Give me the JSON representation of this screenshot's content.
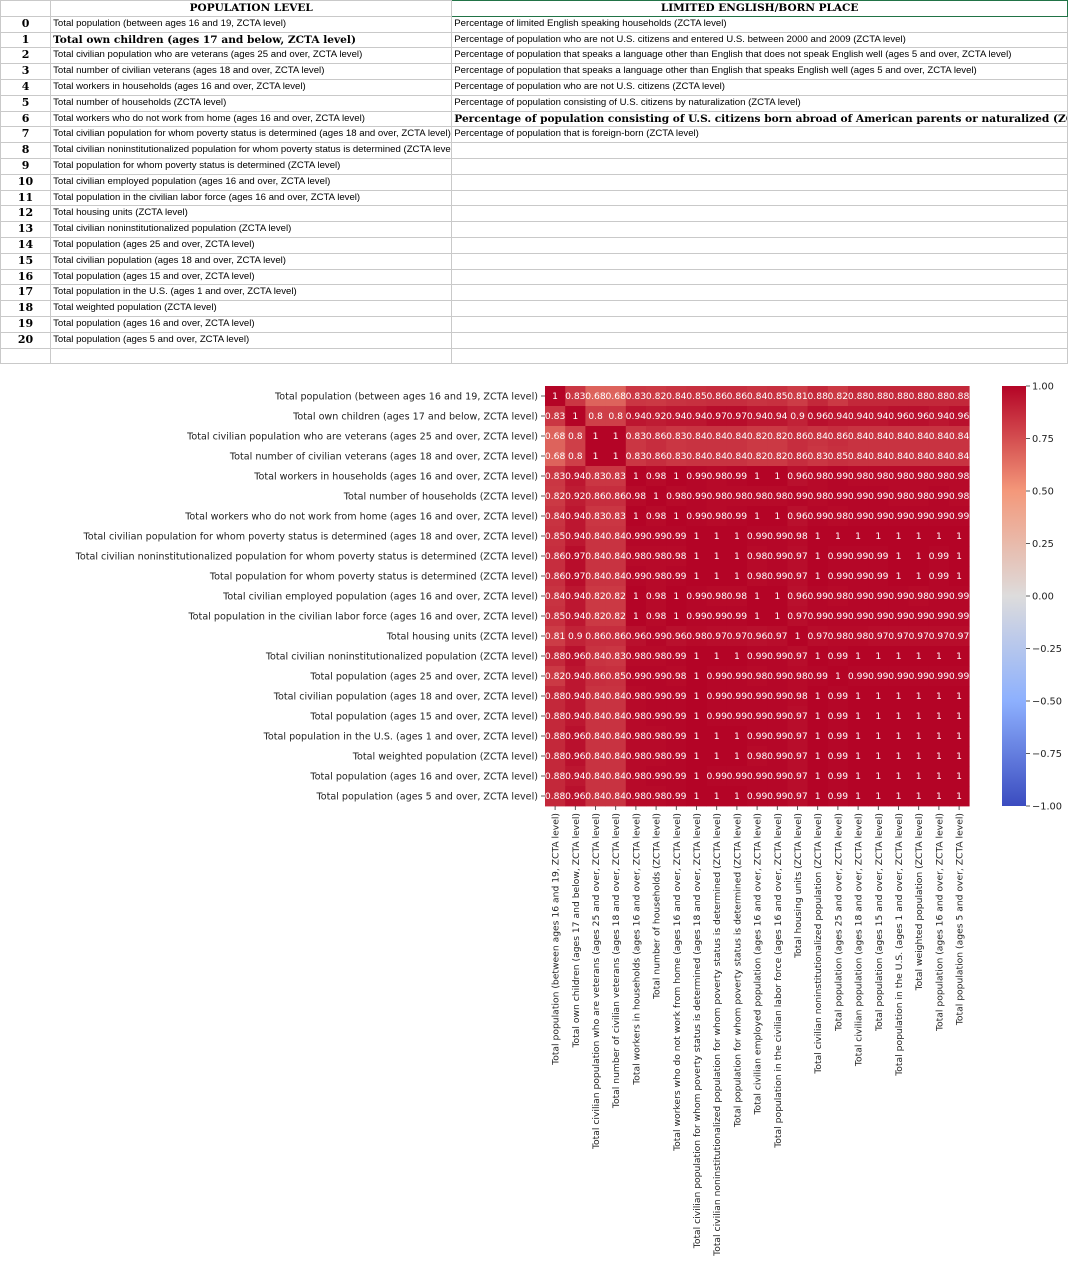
{
  "sheet": {
    "headers": [
      "",
      "POPULATION LEVEL",
      "LIMITED ENGLISH/BORN PLACE"
    ],
    "rows": [
      {
        "idx": "0",
        "pop": "Total population (between ages 16 and 19, ZCTA level)",
        "lim": "Percentage of limited English speaking households (ZCTA level)"
      },
      {
        "idx": "1",
        "pop": "Total own children (ages 17 and below, ZCTA level)",
        "lim": "Percentage of population who are not U.S. citizens and entered U.S. between 2000 and 2009 (ZCTA level)",
        "pop_bold": true
      },
      {
        "idx": "2",
        "pop": "Total civilian population who are veterans (ages 25 and over, ZCTA level)",
        "lim": "Percentage of population that speaks a language other than English that does not speak English well (ages 5 and over, ZCTA level)"
      },
      {
        "idx": "3",
        "pop": "Total number of civilian veterans (ages 18 and over, ZCTA level)",
        "lim": "Percentage of population that speaks a language other than English that speaks English well (ages 5 and over, ZCTA level)"
      },
      {
        "idx": "4",
        "pop": "Total workers in households (ages 16 and over, ZCTA level)",
        "lim": "Percentage of population who are not U.S. citizens (ZCTA level)"
      },
      {
        "idx": "5",
        "pop": "Total number of households (ZCTA level)",
        "lim": "Percentage of population consisting of U.S. citizens by naturalization (ZCTA level)"
      },
      {
        "idx": "6",
        "pop": "Total workers who do not work from home (ages 16 and over, ZCTA level)",
        "lim": "Percentage of population consisting of U.S. citizens born abroad of American parents or naturalized (ZCTA level)",
        "lim_bold": true
      },
      {
        "idx": "7",
        "pop": "Total civilian population for whom poverty status is determined (ages 18 and over, ZCTA level)",
        "lim": "Percentage of population that is foreign-born (ZCTA level)"
      },
      {
        "idx": "8",
        "pop": "Total civilian noninstitutionalized population for whom poverty status is determined (ZCTA level)",
        "lim": ""
      },
      {
        "idx": "9",
        "pop": "Total population for whom poverty status is determined (ZCTA level)",
        "lim": ""
      },
      {
        "idx": "10",
        "pop": "Total civilian employed population (ages 16 and over, ZCTA level)",
        "lim": ""
      },
      {
        "idx": "11",
        "pop": "Total population in the civilian labor force (ages 16 and over, ZCTA level)",
        "lim": ""
      },
      {
        "idx": "12",
        "pop": "Total housing units (ZCTA level)",
        "lim": ""
      },
      {
        "idx": "13",
        "pop": "Total civilian noninstitutionalized population (ZCTA level)",
        "lim": ""
      },
      {
        "idx": "14",
        "pop": "Total population (ages 25 and over, ZCTA level)",
        "lim": ""
      },
      {
        "idx": "15",
        "pop": "Total civilian population (ages 18 and over, ZCTA level)",
        "lim": ""
      },
      {
        "idx": "16",
        "pop": "Total population (ages 15 and over, ZCTA level)",
        "lim": ""
      },
      {
        "idx": "17",
        "pop": "Total population in the U.S. (ages 1 and over, ZCTA level)",
        "lim": ""
      },
      {
        "idx": "18",
        "pop": "Total weighted population (ZCTA level)",
        "lim": ""
      },
      {
        "idx": "19",
        "pop": "Total population (ages 16 and over, ZCTA level)",
        "lim": ""
      },
      {
        "idx": "20",
        "pop": "Total population (ages 5 and over, ZCTA level)",
        "lim": ""
      }
    ]
  },
  "chart_data": {
    "type": "heatmap",
    "title": "",
    "colormap": "coolwarm",
    "vmin": -1.0,
    "vmax": 1.0,
    "colorbar_ticks": [
      "1.00",
      "0.75",
      "0.50",
      "0.25",
      "0.00",
      "−0.25",
      "−0.50",
      "−0.75",
      "−1.00"
    ],
    "labels": [
      "Total population (between ages 16 and 19, ZCTA level)",
      "Total own children (ages 17 and below, ZCTA level)",
      "Total civilian population who are veterans (ages 25 and over, ZCTA level)",
      "Total number of civilian veterans (ages 18 and over, ZCTA level)",
      "Total workers in households (ages 16 and over, ZCTA level)",
      "Total number of households (ZCTA level)",
      "Total workers who do not work from home (ages 16 and over, ZCTA level)",
      "Total civilian population for whom poverty status is determined (ages 18 and over, ZCTA level)",
      "Total civilian noninstitutionalized population for whom poverty status is determined (ZCTA level)",
      "Total population for whom poverty status is determined (ZCTA level)",
      "Total civilian employed population (ages 16 and over, ZCTA level)",
      "Total population in the civilian labor force (ages 16 and over, ZCTA level)",
      "Total housing units (ZCTA level)",
      "Total civilian noninstitutionalized population (ZCTA level)",
      "Total population (ages 25 and over, ZCTA level)",
      "Total civilian population (ages 18 and over, ZCTA level)",
      "Total population (ages 15 and over, ZCTA level)",
      "Total population in the U.S. (ages 1 and over, ZCTA level)",
      "Total weighted population (ZCTA level)",
      "Total population (ages 16 and over, ZCTA level)",
      "Total population (ages 5 and over, ZCTA level)"
    ],
    "matrix": [
      [
        "1",
        "0.83",
        "0.68",
        "0.68",
        "0.83",
        "0.82",
        "0.84",
        "0.85",
        "0.86",
        "0.86",
        "0.84",
        "0.85",
        "0.81",
        "0.88",
        "0.82",
        "0.88",
        "0.88",
        "0.88",
        "0.88",
        "0.88",
        "0.88"
      ],
      [
        "0.83",
        "1",
        "0.8",
        "0.8",
        "0.94",
        "0.92",
        "0.94",
        "0.94",
        "0.97",
        "0.97",
        "0.94",
        "0.94",
        "0.9",
        "0.96",
        "0.94",
        "0.94",
        "0.94",
        "0.96",
        "0.96",
        "0.94",
        "0.96"
      ],
      [
        "0.68",
        "0.8",
        "1",
        "1",
        "0.83",
        "0.86",
        "0.83",
        "0.84",
        "0.84",
        "0.84",
        "0.82",
        "0.82",
        "0.86",
        "0.84",
        "0.86",
        "0.84",
        "0.84",
        "0.84",
        "0.84",
        "0.84",
        "0.84"
      ],
      [
        "0.68",
        "0.8",
        "1",
        "1",
        "0.83",
        "0.86",
        "0.83",
        "0.84",
        "0.84",
        "0.84",
        "0.82",
        "0.82",
        "0.86",
        "0.83",
        "0.85",
        "0.84",
        "0.84",
        "0.84",
        "0.84",
        "0.84",
        "0.84"
      ],
      [
        "0.83",
        "0.94",
        "0.83",
        "0.83",
        "1",
        "0.98",
        "1",
        "0.99",
        "0.98",
        "0.99",
        "1",
        "1",
        "0.96",
        "0.98",
        "0.99",
        "0.98",
        "0.98",
        "0.98",
        "0.98",
        "0.98",
        "0.98"
      ],
      [
        "0.82",
        "0.92",
        "0.86",
        "0.86",
        "0.98",
        "1",
        "0.98",
        "0.99",
        "0.98",
        "0.98",
        "0.98",
        "0.98",
        "0.99",
        "0.98",
        "0.99",
        "0.99",
        "0.99",
        "0.98",
        "0.98",
        "0.99",
        "0.98"
      ],
      [
        "0.84",
        "0.94",
        "0.83",
        "0.83",
        "1",
        "0.98",
        "1",
        "0.99",
        "0.98",
        "0.99",
        "1",
        "1",
        "0.96",
        "0.99",
        "0.98",
        "0.99",
        "0.99",
        "0.99",
        "0.99",
        "0.99",
        "0.99"
      ],
      [
        "0.85",
        "0.94",
        "0.84",
        "0.84",
        "0.99",
        "0.99",
        "0.99",
        "1",
        "1",
        "1",
        "0.99",
        "0.99",
        "0.98",
        "1",
        "1",
        "1",
        "1",
        "1",
        "1",
        "1",
        "1"
      ],
      [
        "0.86",
        "0.97",
        "0.84",
        "0.84",
        "0.98",
        "0.98",
        "0.98",
        "1",
        "1",
        "1",
        "0.98",
        "0.99",
        "0.97",
        "1",
        "0.99",
        "0.99",
        "0.99",
        "1",
        "1",
        "0.99",
        "1"
      ],
      [
        "0.86",
        "0.97",
        "0.84",
        "0.84",
        "0.99",
        "0.98",
        "0.99",
        "1",
        "1",
        "1",
        "0.98",
        "0.99",
        "0.97",
        "1",
        "0.99",
        "0.99",
        "0.99",
        "1",
        "1",
        "0.99",
        "1"
      ],
      [
        "0.84",
        "0.94",
        "0.82",
        "0.82",
        "1",
        "0.98",
        "1",
        "0.99",
        "0.98",
        "0.98",
        "1",
        "1",
        "0.96",
        "0.99",
        "0.98",
        "0.99",
        "0.99",
        "0.99",
        "0.98",
        "0.99",
        "0.99"
      ],
      [
        "0.85",
        "0.94",
        "0.82",
        "0.82",
        "1",
        "0.98",
        "1",
        "0.99",
        "0.99",
        "0.99",
        "1",
        "1",
        "0.97",
        "0.99",
        "0.99",
        "0.99",
        "0.99",
        "0.99",
        "0.99",
        "0.99",
        "0.99"
      ],
      [
        "0.81",
        "0.9",
        "0.86",
        "0.86",
        "0.96",
        "0.99",
        "0.96",
        "0.98",
        "0.97",
        "0.97",
        "0.96",
        "0.97",
        "1",
        "0.97",
        "0.98",
        "0.98",
        "0.97",
        "0.97",
        "0.97",
        "0.97",
        "0.97"
      ],
      [
        "0.88",
        "0.96",
        "0.84",
        "0.83",
        "0.98",
        "0.98",
        "0.99",
        "1",
        "1",
        "1",
        "0.99",
        "0.99",
        "0.97",
        "1",
        "0.99",
        "1",
        "1",
        "1",
        "1",
        "1",
        "1"
      ],
      [
        "0.82",
        "0.94",
        "0.86",
        "0.85",
        "0.99",
        "0.99",
        "0.98",
        "1",
        "0.99",
        "0.99",
        "0.98",
        "0.99",
        "0.98",
        "0.99",
        "1",
        "0.99",
        "0.99",
        "0.99",
        "0.99",
        "0.99",
        "0.99"
      ],
      [
        "0.88",
        "0.94",
        "0.84",
        "0.84",
        "0.98",
        "0.99",
        "0.99",
        "1",
        "0.99",
        "0.99",
        "0.99",
        "0.99",
        "0.98",
        "1",
        "0.99",
        "1",
        "1",
        "1",
        "1",
        "1",
        "1"
      ],
      [
        "0.88",
        "0.94",
        "0.84",
        "0.84",
        "0.98",
        "0.99",
        "0.99",
        "1",
        "0.99",
        "0.99",
        "0.99",
        "0.99",
        "0.97",
        "1",
        "0.99",
        "1",
        "1",
        "1",
        "1",
        "1",
        "1"
      ],
      [
        "0.88",
        "0.96",
        "0.84",
        "0.84",
        "0.98",
        "0.98",
        "0.99",
        "1",
        "1",
        "1",
        "0.99",
        "0.99",
        "0.97",
        "1",
        "0.99",
        "1",
        "1",
        "1",
        "1",
        "1",
        "1"
      ],
      [
        "0.88",
        "0.96",
        "0.84",
        "0.84",
        "0.98",
        "0.98",
        "0.99",
        "1",
        "1",
        "1",
        "0.98",
        "0.99",
        "0.97",
        "1",
        "0.99",
        "1",
        "1",
        "1",
        "1",
        "1",
        "1"
      ],
      [
        "0.88",
        "0.94",
        "0.84",
        "0.84",
        "0.98",
        "0.99",
        "0.99",
        "1",
        "0.99",
        "0.99",
        "0.99",
        "0.99",
        "0.97",
        "1",
        "0.99",
        "1",
        "1",
        "1",
        "1",
        "1",
        "1"
      ],
      [
        "0.88",
        "0.96",
        "0.84",
        "0.84",
        "0.98",
        "0.98",
        "0.99",
        "1",
        "1",
        "1",
        "0.99",
        "0.99",
        "0.97",
        "1",
        "0.99",
        "1",
        "1",
        "1",
        "1",
        "1",
        "1"
      ]
    ]
  }
}
